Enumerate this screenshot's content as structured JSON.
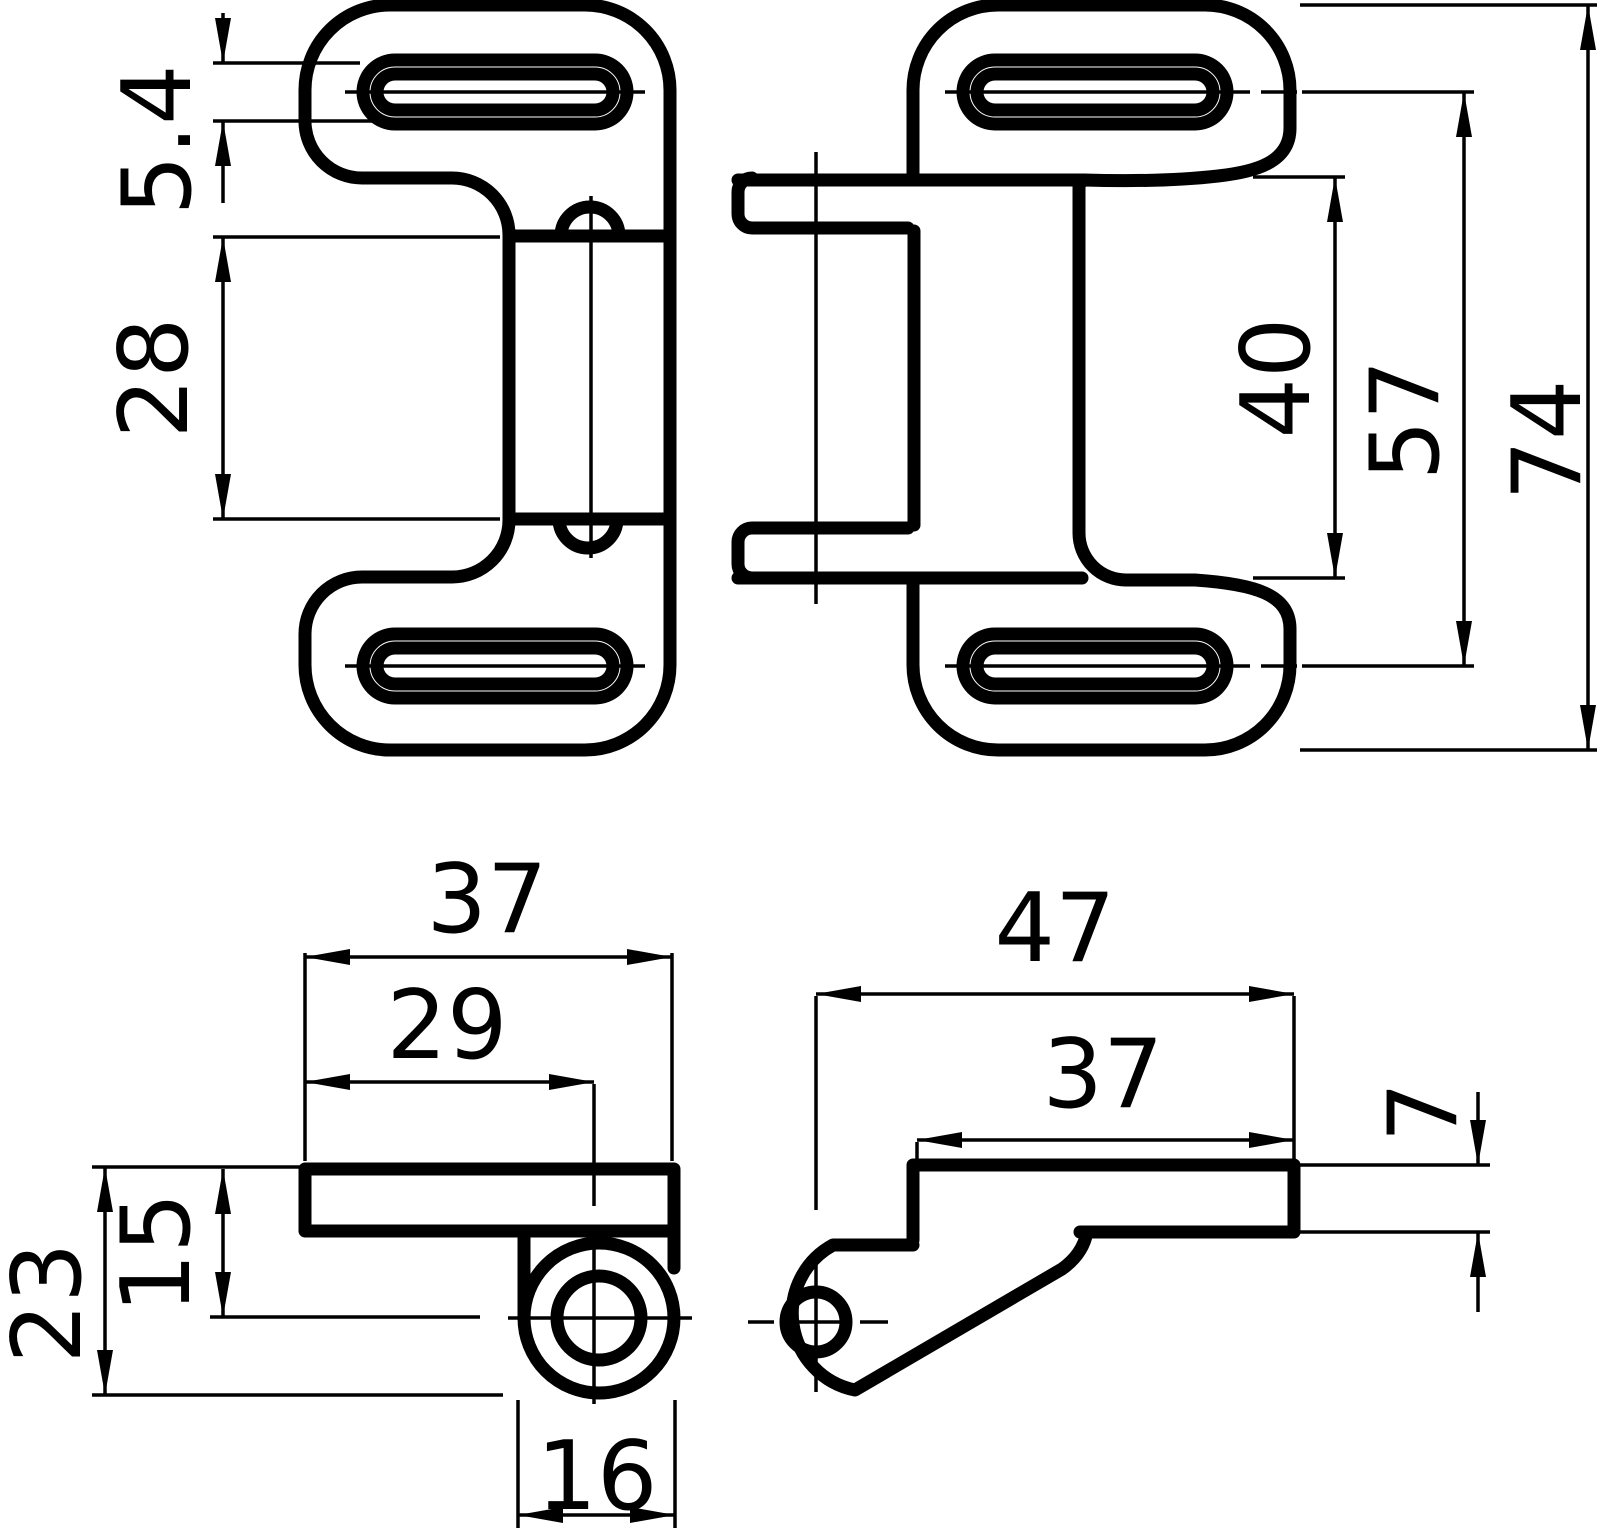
{
  "drawing": {
    "type": "technical-drawing",
    "subject": "hinge with mounting plates, slotted holes and pin knuckle",
    "background_color": "#ffffff",
    "line_color": "#000000",
    "views": {
      "front_left_view": "hinge leaf front view with two slotted holes",
      "front_right_view": "mating hinge leaf front view with bracket prongs",
      "side_left_view": "side view of leaf with pin knuckle",
      "side_right_view": "side view of mating leaf with lug"
    }
  },
  "dims": {
    "d54": "5.4",
    "d28": "28",
    "d40": "40",
    "d57": "57",
    "d74": "74",
    "c37": "37",
    "c29": "29",
    "c23": "23",
    "c15": "15",
    "c16": "16",
    "e47": "47",
    "e37": "37",
    "e7": "7"
  }
}
